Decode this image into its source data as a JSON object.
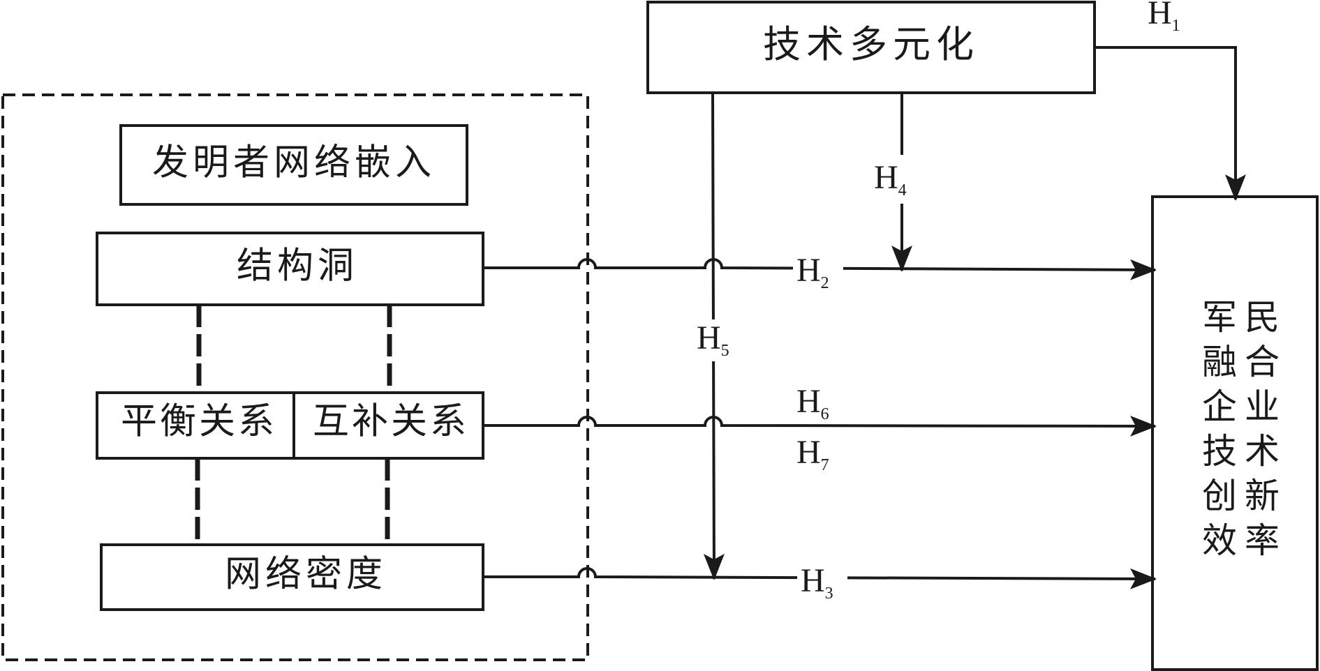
{
  "nodes": {
    "tech_diversification": "技术多元化",
    "inventor_network": "发明者网络嵌入",
    "structural_holes": "结构洞",
    "balance_relation": "平衡关系",
    "complement_relation": "互补关系",
    "network_density": "网络密度",
    "innovation_efficiency_col1": [
      "民",
      "合",
      "业",
      "术",
      "新",
      "率"
    ],
    "innovation_efficiency_col2": [
      "军",
      "融",
      "企",
      "技",
      "创",
      "效"
    ]
  },
  "hypotheses": {
    "h1": {
      "main": "H",
      "sub": "1"
    },
    "h2": {
      "main": "H",
      "sub": "2"
    },
    "h3": {
      "main": "H",
      "sub": "3"
    },
    "h4": {
      "main": "H",
      "sub": "4"
    },
    "h5": {
      "main": "H",
      "sub": "5"
    },
    "h6": {
      "main": "H",
      "sub": "6"
    },
    "h7": {
      "main": "H",
      "sub": "7"
    }
  },
  "colors": {
    "stroke": "#1a1a1a",
    "background": "#ffffff"
  }
}
